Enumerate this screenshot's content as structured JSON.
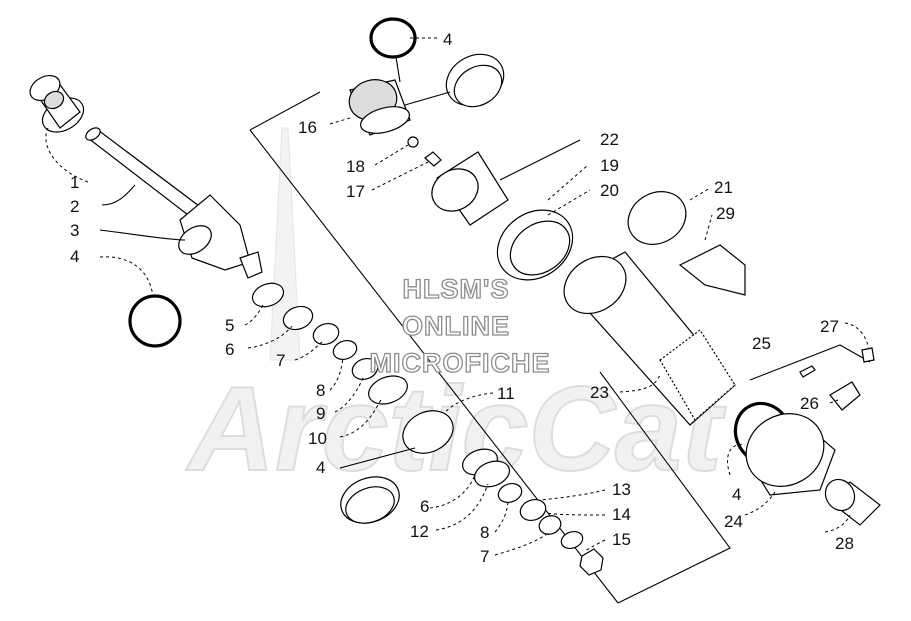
{
  "watermark": {
    "lines": [
      "HLSM'S",
      "ONLINE",
      "MICROFICHE"
    ],
    "brand": "ArcticCat"
  },
  "callouts": [
    {
      "id": "c1",
      "label": "1"
    },
    {
      "id": "c2",
      "label": "2"
    },
    {
      "id": "c3",
      "label": "3"
    },
    {
      "id": "c4a",
      "label": "4"
    },
    {
      "id": "c4b",
      "label": "4"
    },
    {
      "id": "c4c",
      "label": "4"
    },
    {
      "id": "c4d",
      "label": "4"
    },
    {
      "id": "c5",
      "label": "5"
    },
    {
      "id": "c6a",
      "label": "6"
    },
    {
      "id": "c6b",
      "label": "6"
    },
    {
      "id": "c7a",
      "label": "7"
    },
    {
      "id": "c7b",
      "label": "7"
    },
    {
      "id": "c8a",
      "label": "8"
    },
    {
      "id": "c8b",
      "label": "8"
    },
    {
      "id": "c9",
      "label": "9"
    },
    {
      "id": "c10",
      "label": "10"
    },
    {
      "id": "c11",
      "label": "11"
    },
    {
      "id": "c12",
      "label": "12"
    },
    {
      "id": "c13",
      "label": "13"
    },
    {
      "id": "c14",
      "label": "14"
    },
    {
      "id": "c15",
      "label": "15"
    },
    {
      "id": "c16",
      "label": "16"
    },
    {
      "id": "c17",
      "label": "17"
    },
    {
      "id": "c18",
      "label": "18"
    },
    {
      "id": "c19",
      "label": "19"
    },
    {
      "id": "c20",
      "label": "20"
    },
    {
      "id": "c21",
      "label": "21"
    },
    {
      "id": "c22",
      "label": "22"
    },
    {
      "id": "c23",
      "label": "23"
    },
    {
      "id": "c24",
      "label": "24"
    },
    {
      "id": "c25",
      "label": "25"
    },
    {
      "id": "c26",
      "label": "26"
    },
    {
      "id": "c27",
      "label": "27"
    },
    {
      "id": "c28",
      "label": "28"
    },
    {
      "id": "c29",
      "label": "29"
    }
  ]
}
